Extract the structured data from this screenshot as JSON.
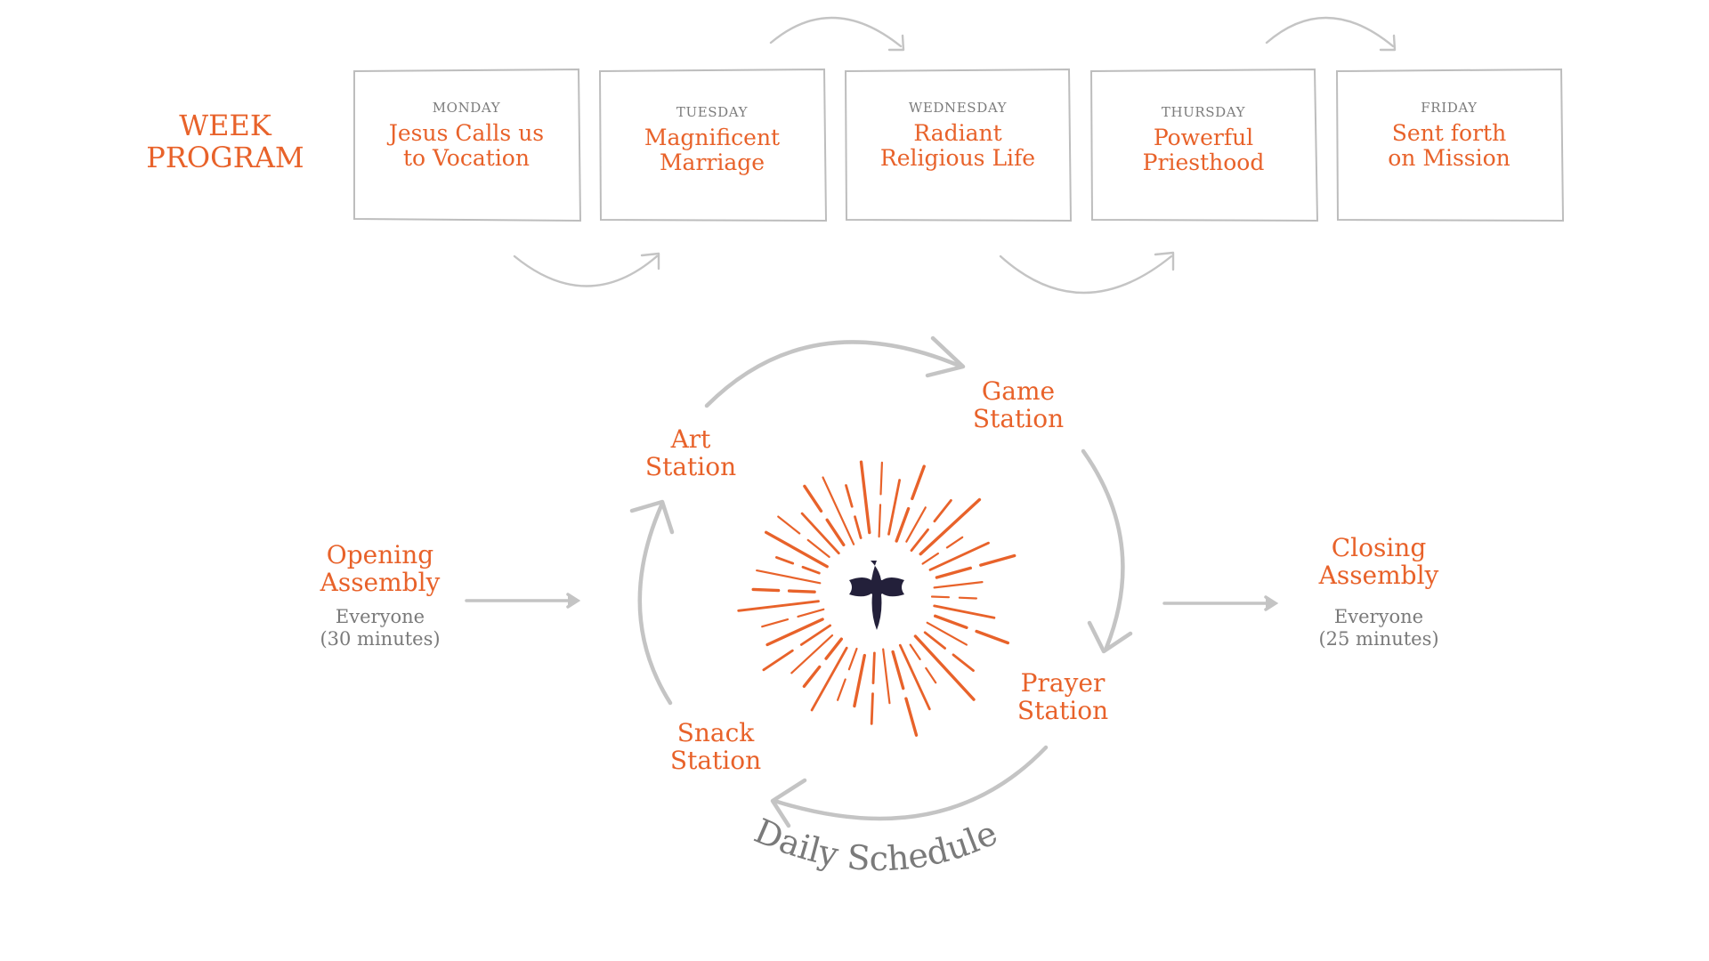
{
  "week_program": {
    "title_lines": [
      "WEEK",
      "PROGRAM"
    ],
    "days": [
      {
        "name": "MONDAY",
        "theme_lines": [
          "Jesus Calls us",
          "to Vocation"
        ]
      },
      {
        "name": "TUESDAY",
        "theme_lines": [
          "Magnificent",
          "Marriage"
        ]
      },
      {
        "name": "WEDNESDAY",
        "theme_lines": [
          "Radiant",
          "Religious Life"
        ]
      },
      {
        "name": "THURSDAY",
        "theme_lines": [
          "Powerful",
          "Priesthood"
        ]
      },
      {
        "name": "FRIDAY",
        "theme_lines": [
          "Sent forth",
          "on Mission"
        ]
      }
    ]
  },
  "daily_schedule": {
    "label": "Daily Schedule",
    "opening": {
      "title_lines": [
        "Opening",
        "Assembly"
      ],
      "note_lines": [
        "Everyone",
        "(30 minutes)"
      ]
    },
    "closing": {
      "title_lines": [
        "Closing",
        "Assembly"
      ],
      "note_lines": [
        "Everyone",
        "(25 minutes)"
      ]
    },
    "stations": {
      "art": [
        "Art",
        "Station"
      ],
      "game": [
        "Game",
        "Station"
      ],
      "prayer": [
        "Prayer",
        "Station"
      ],
      "snack": [
        "Snack",
        "Station"
      ]
    },
    "center_icon": "cross-with-sunburst-icon"
  },
  "colors": {
    "accent": "#E8622A",
    "line": "#c4c4c4",
    "box_border": "#b9b9b9",
    "cross": "#23203a",
    "muted_text": "#7a7a7a"
  }
}
